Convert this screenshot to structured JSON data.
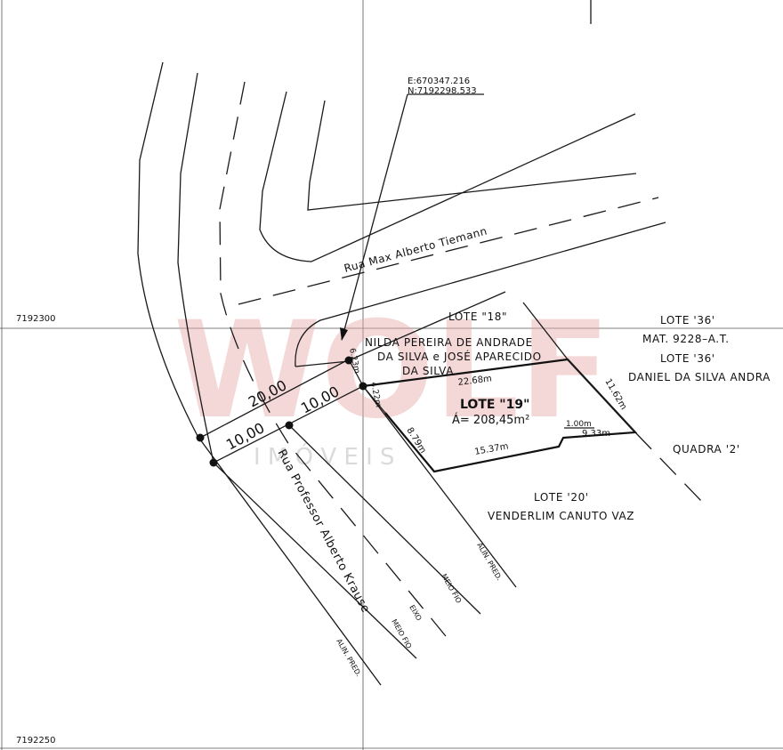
{
  "grid": {
    "north_top": "7192300",
    "north_bottom": "7192250"
  },
  "coordinate": {
    "e": "E:670347.216",
    "n": "N:7192298.533"
  },
  "streets": {
    "max_alberto": "Rua Max Alberto Tiemann",
    "professor_alberto": "Rua Professor Alberto Krause"
  },
  "widths": {
    "w20": "20,00",
    "w10a": "10,00",
    "w10b": "10,00"
  },
  "road_marks": {
    "alin1": "ALIN. PRED.",
    "meio1": "MEIO FIO",
    "eixo": "EIXO",
    "meio2": "MEIO FIO",
    "alin2": "ALIN. PRED."
  },
  "lots": {
    "lote18": "LOTE \"18\"",
    "owners18_1": "NILDA PEREIRA DE ANDRADE",
    "owners18_2": "DA SILVA e JOSÉ APARECIDO",
    "owners18_3": "DA SILVA",
    "lote36a": "LOTE '36'",
    "mat": "MAT. 9228–A.T.",
    "lote36b": "LOTE '36'",
    "owner36": "DANIEL DA SILVA ANDRA",
    "quadra": "QUADRA '2'",
    "lote20": "LOTE '20'",
    "owner20": "VENDERLIM CANUTO VAZ",
    "lote19": "LOTE \"19\"",
    "area19": "Á= 208,45m²"
  },
  "dimensions": {
    "d623": "6.23m",
    "d422": "4.22m",
    "d2268": "22.68m",
    "d1162": "11.62m",
    "d879": "8.79m",
    "d1537": "15.37m",
    "d100": "1.00m",
    "d933": "9.33m"
  },
  "watermark": {
    "brand": "WOLF",
    "sub": "I M Ó V E I S"
  }
}
